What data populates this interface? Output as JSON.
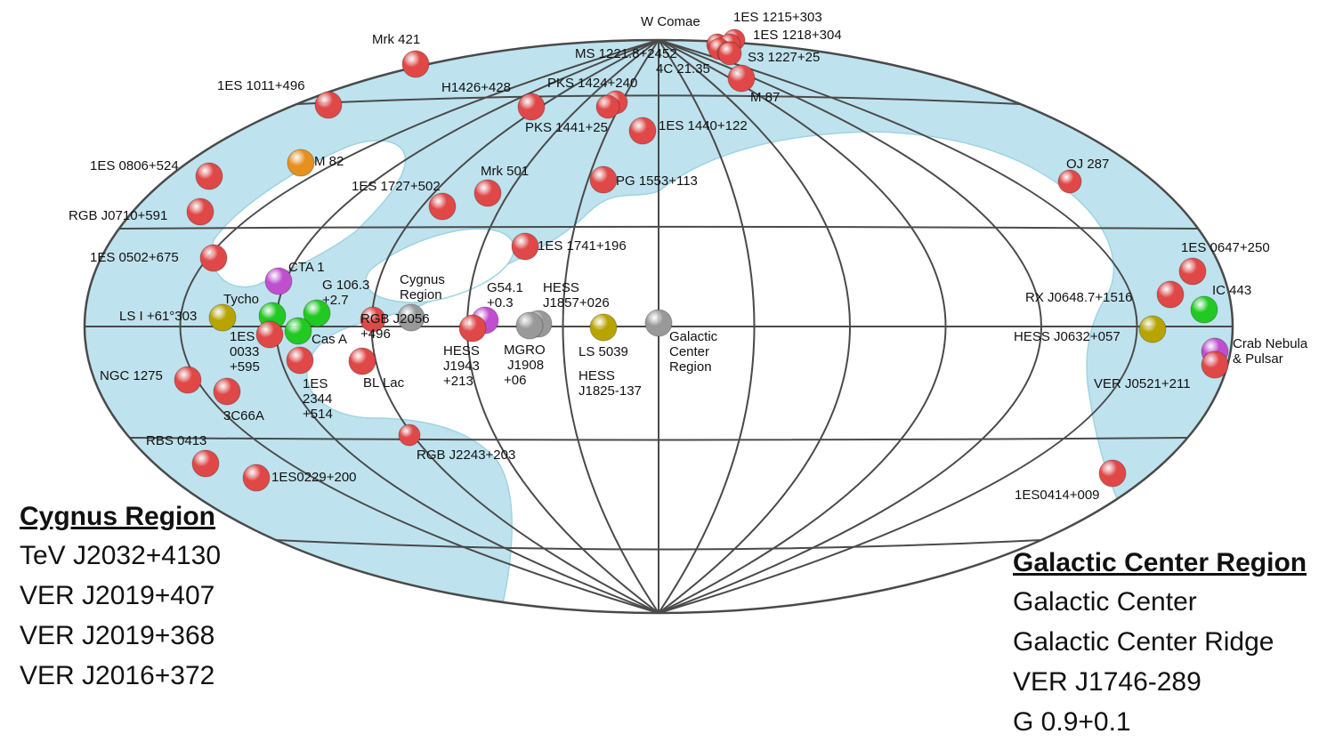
{
  "map": {
    "colors": {
      "sky_band": "#bfe3ee",
      "grid": "#4a4a4a",
      "blazar": "#e04848",
      "starburst": "#e8901e",
      "binary": "#b8a400",
      "snr": "#22c922",
      "pwn": "#c04fcf",
      "unid": "#999999"
    },
    "sources": [
      {
        "label": "Mrk 421",
        "kind": "blazar"
      },
      {
        "label": "1ES 1011+496",
        "kind": "blazar"
      },
      {
        "label": "W Comae",
        "kind": "blazar"
      },
      {
        "label": "1ES 1215+303",
        "kind": "blazar"
      },
      {
        "label": "1ES 1218+304",
        "kind": "blazar"
      },
      {
        "label": "MS 1221.8+2452",
        "kind": "blazar"
      },
      {
        "label": "4C 21.35",
        "kind": "blazar"
      },
      {
        "label": "S3 1227+25",
        "kind": "blazar"
      },
      {
        "label": "M 87",
        "kind": "blazar"
      },
      {
        "label": "H1426+428",
        "kind": "blazar"
      },
      {
        "label": "PKS 1424+240",
        "kind": "blazar"
      },
      {
        "label": "PKS 1441+25",
        "kind": "blazar"
      },
      {
        "label": "1ES 1440+122",
        "kind": "blazar"
      },
      {
        "label": "1ES 0806+524",
        "kind": "blazar"
      },
      {
        "label": "M 82",
        "kind": "starburst"
      },
      {
        "label": "Mrk 501",
        "kind": "blazar"
      },
      {
        "label": "1ES 1727+502",
        "kind": "blazar"
      },
      {
        "label": "PG 1553+113",
        "kind": "blazar"
      },
      {
        "label": "OJ 287",
        "kind": "blazar"
      },
      {
        "label": "RGB J0710+591",
        "kind": "blazar"
      },
      {
        "label": "1ES 1741+196",
        "kind": "blazar"
      },
      {
        "label": "1ES 0502+675",
        "kind": "blazar"
      },
      {
        "label": "CTA 1",
        "kind": "pwn"
      },
      {
        "label": "G 106.3 +2.7",
        "kind": "snr"
      },
      {
        "label": "Cygnus Region",
        "kind": "unid"
      },
      {
        "label": "G54.1 +0.3",
        "kind": "pwn"
      },
      {
        "label": "HESS J1857+026",
        "kind": "unid"
      },
      {
        "label": "1ES 0647+250",
        "kind": "blazar"
      },
      {
        "label": "IC 443",
        "kind": "snr"
      },
      {
        "label": "RX J0648.7+1516",
        "kind": "blazar"
      },
      {
        "label": "Tycho",
        "kind": "snr"
      },
      {
        "label": "LS I +61°303",
        "kind": "binary"
      },
      {
        "label": "1ES 0033 +595",
        "kind": "blazar"
      },
      {
        "label": "Cas A",
        "kind": "snr"
      },
      {
        "label": "RGB J2056 +496",
        "kind": "blazar"
      },
      {
        "label": "HESS J1943 +213",
        "kind": "blazar"
      },
      {
        "label": "MGRO J1908 +06",
        "kind": "unid"
      },
      {
        "label": "LS 5039",
        "kind": "binary"
      },
      {
        "label": "Galactic Center Region",
        "kind": "unid"
      },
      {
        "label": "HESS J0632+057",
        "kind": "binary"
      },
      {
        "label": "Crab Nebula & Pulsar",
        "kind": "pwn"
      },
      {
        "label": "VER J0521+211",
        "kind": "blazar"
      },
      {
        "label": "1ES 2344 +514",
        "kind": "blazar"
      },
      {
        "label": "BL Lac",
        "kind": "blazar"
      },
      {
        "label": "HESS J1825-137",
        "kind": "unid"
      },
      {
        "label": "NGC 1275",
        "kind": "blazar"
      },
      {
        "label": "3C66A",
        "kind": "blazar"
      },
      {
        "label": "RBS 0413",
        "kind": "blazar"
      },
      {
        "label": "1ES0229+200",
        "kind": "blazar"
      },
      {
        "label": "RGB J2243+203",
        "kind": "blazar"
      },
      {
        "label": "1ES0414+009",
        "kind": "blazar"
      }
    ]
  },
  "cygnus": {
    "title": "Cygnus Region",
    "items": [
      "TeV J2032+4130",
      "VER J2019+407",
      "VER J2019+368",
      "VER J2016+372"
    ]
  },
  "gc": {
    "title": "Galactic Center Region",
    "items": [
      "Galactic Center",
      "Galactic Center Ridge",
      "VER J1746-289",
      "G 0.9+0.1"
    ]
  }
}
